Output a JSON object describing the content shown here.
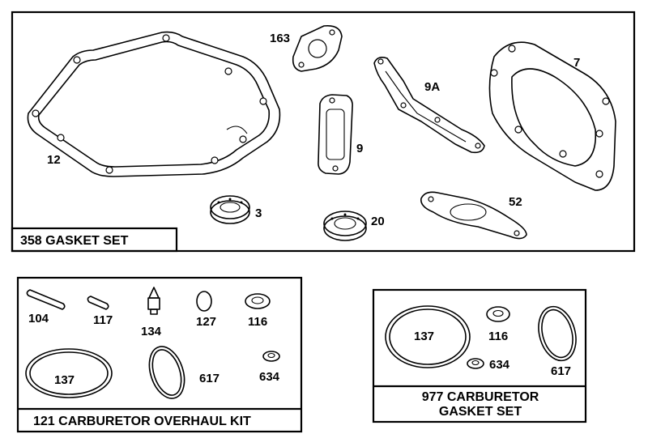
{
  "panels": {
    "gasket_set": {
      "title": "358 GASKET SET",
      "parts": [
        "12",
        "163",
        "9",
        "9A",
        "7",
        "3",
        "20",
        "52"
      ]
    },
    "overhaul_kit": {
      "title": "121 CARBURETOR OVERHAUL KIT",
      "parts": [
        "104",
        "117",
        "134",
        "127",
        "116",
        "137",
        "617",
        "634"
      ]
    },
    "carb_gasket_set": {
      "title_line1": "977 CARBURETOR",
      "title_line2": "GASKET SET",
      "parts": [
        "137",
        "116",
        "634",
        "617"
      ]
    }
  }
}
